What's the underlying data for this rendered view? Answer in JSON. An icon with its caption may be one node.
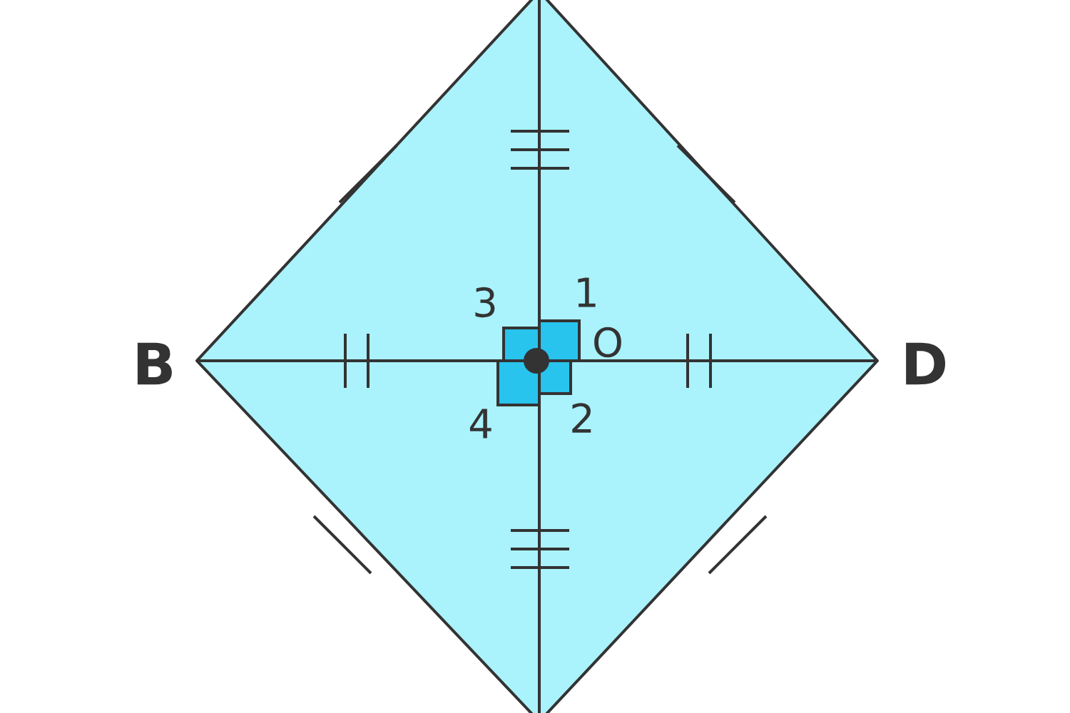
{
  "diagram": {
    "labels": [
      "1",
      "3",
      "B",
      "O",
      "D",
      "4",
      "2"
    ]
  }
}
